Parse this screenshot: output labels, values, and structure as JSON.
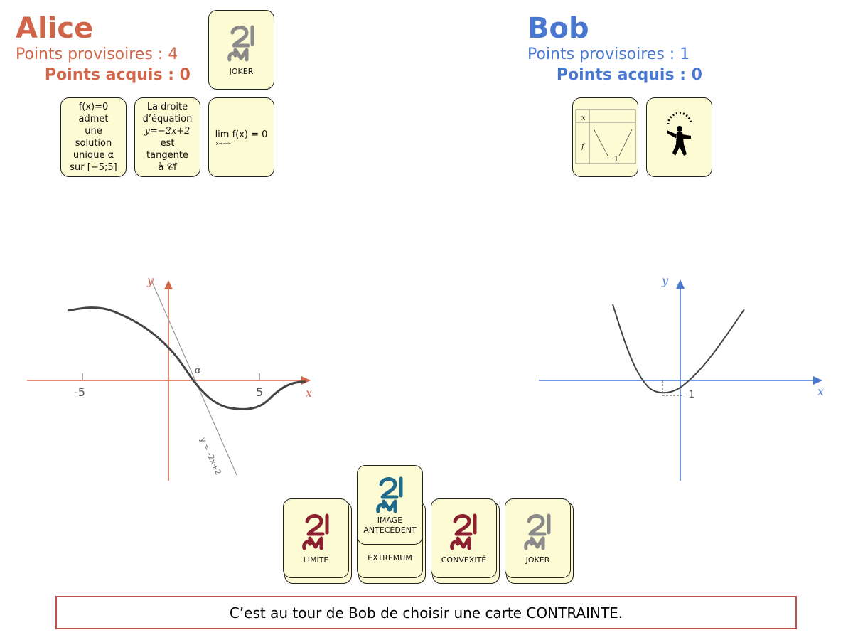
{
  "alice": {
    "name": "Alice",
    "provisional_label": "Points provisoires : 4",
    "acquired_label": "Points acquis : 0",
    "color": "#d0654a",
    "joker_card": {
      "label": "JOKER",
      "logo": "2m-logo-grey"
    },
    "cards": [
      {
        "lines": [
          "f(x)=0",
          "admet",
          "une",
          "solution",
          "unique α",
          "sur [−5;5]"
        ]
      },
      {
        "lines": [
          "La droite",
          "d’équation",
          "y=−2x+2",
          "est",
          "tangente",
          "à 𝒞f"
        ]
      },
      {
        "lines": [
          "lim f(x) = 0",
          "x→+∞"
        ]
      }
    ],
    "graph": {
      "x_label": "x",
      "y_label": "y",
      "tick_neg": "-5",
      "tick_pos": "5",
      "alpha_label": "α",
      "tangent_label": "y = -2x+2"
    }
  },
  "bob": {
    "name": "Bob",
    "provisional_label": "Points provisoires : 1",
    "acquired_label": "Points acquis : 0",
    "color": "#4a78d0",
    "cards": [
      {
        "table_x": "x",
        "table_f": "f",
        "table_min": "−1"
      },
      {
        "icon": "jester-icon"
      }
    ],
    "graph": {
      "x_label": "x",
      "y_label": "y",
      "min_label": "-1"
    }
  },
  "deck": [
    {
      "label": "LIMITE",
      "logo_color": "#8b2030"
    },
    {
      "label": "EXTREMUM",
      "top_label_1": "IMAGE",
      "top_label_2": "ANTÉCÉDENT",
      "logo_color": "#1f6a8a"
    },
    {
      "label": "CONVEXITÉ",
      "logo_color": "#8b2030"
    },
    {
      "label": "JOKER",
      "logo_color": "#8a8a8a"
    }
  ],
  "message": "C’est au tour de Bob de choisir une carte CONTRAINTE."
}
